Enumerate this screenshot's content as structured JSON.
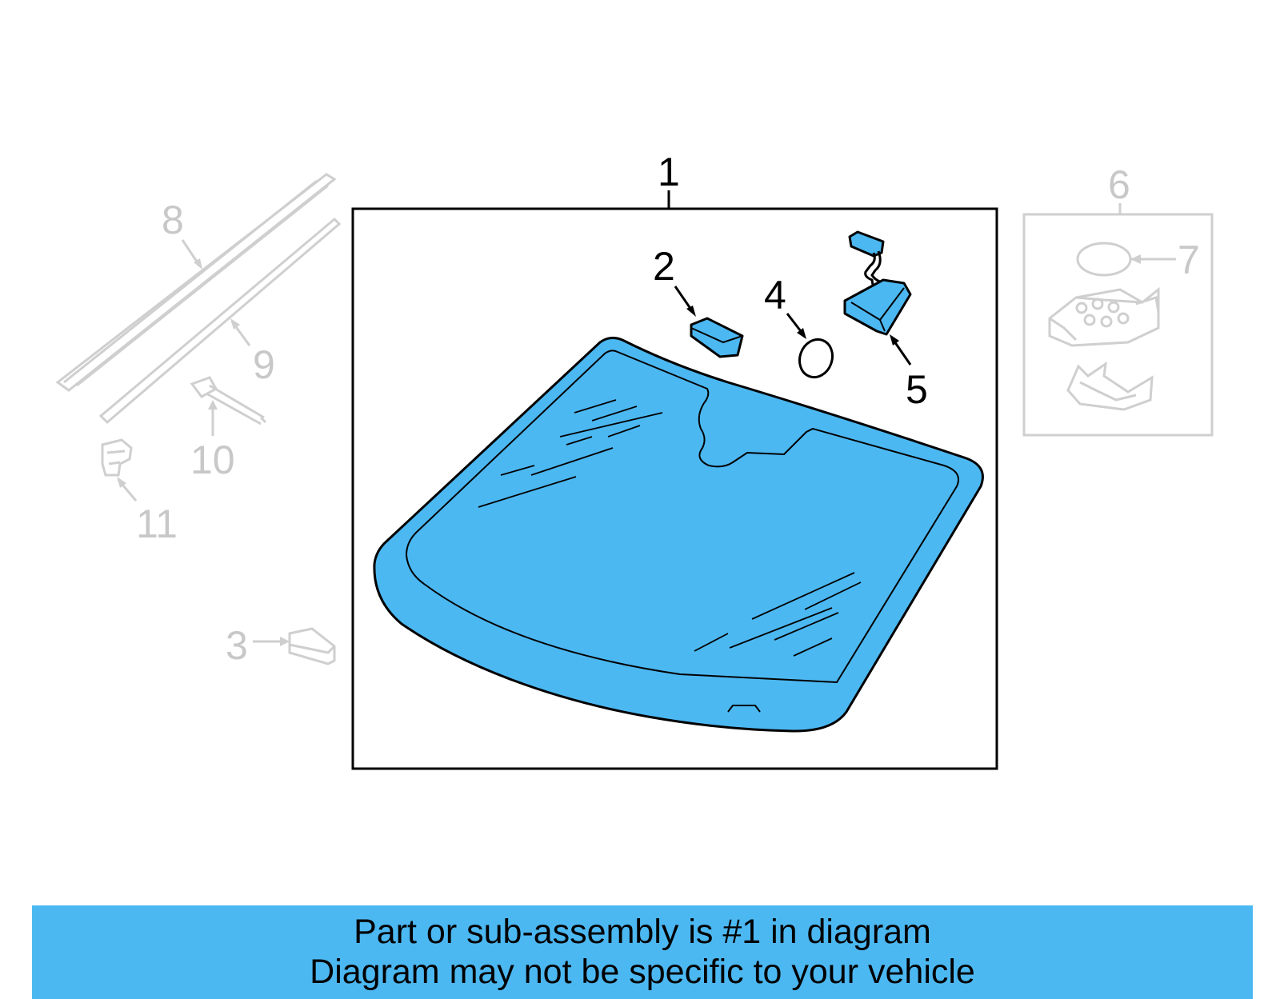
{
  "colors": {
    "highlight": "#4cb8f2",
    "active_line": "#000000",
    "inactive_line": "#c8c8c8",
    "banner_background": "#4cb8f2"
  },
  "callouts": {
    "c1": "1",
    "c2": "2",
    "c3": "3",
    "c4": "4",
    "c5": "5",
    "c6": "6",
    "c7": "7",
    "c8": "8",
    "c9": "9",
    "c10": "10",
    "c11": "11"
  },
  "highlighted_part": "1",
  "banner": {
    "line1": "Part or sub-assembly is #1 in diagram",
    "line2": "Diagram may not be specific to your vehicle"
  }
}
